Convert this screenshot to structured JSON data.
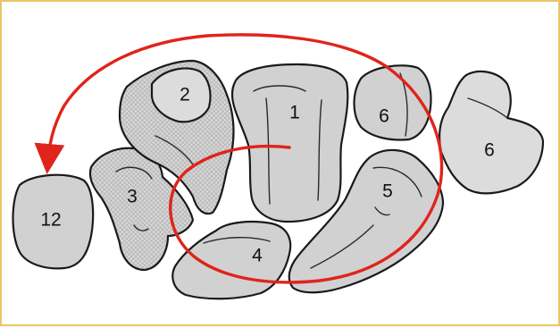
{
  "colors": {
    "frame_border": "#e9c46a",
    "bone_fill": "#d1d1d1",
    "bone_outline": "#1a1a1a",
    "arrow": "#e0241b"
  },
  "bones": [
    {
      "id": "bone-1",
      "label": "1"
    },
    {
      "id": "bone-2",
      "label": "2"
    },
    {
      "id": "bone-3",
      "label": "3"
    },
    {
      "id": "bone-4",
      "label": "4"
    },
    {
      "id": "bone-5",
      "label": "5"
    },
    {
      "id": "bone-6-left",
      "label": "6"
    },
    {
      "id": "bone-6-right",
      "label": "6"
    },
    {
      "id": "bone-12",
      "label": "12"
    }
  ]
}
